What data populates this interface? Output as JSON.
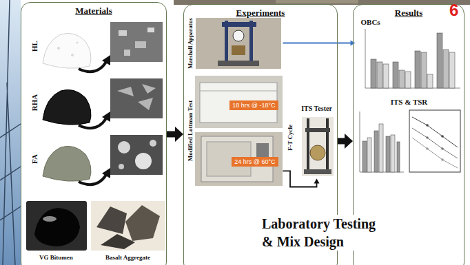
{
  "diagram": {
    "nodes": [
      {
        "text": [
          "Materials"
        ]
      },
      {
        "text": [
          "HL"
        ],
        "in": 0
      },
      {
        "text": [
          "RHA"
        ],
        "in": 0
      },
      {
        "text": [
          "FA"
        ],
        "in": 0
      },
      {
        "text": [
          "VG Bitumen"
        ],
        "in": 0
      },
      {
        "text": [
          "Basalt Aggregate"
        ],
        "in": 0
      },
      {
        "text": [
          "Experiments"
        ]
      },
      {
        "text": [
          "Marshall Apparatus"
        ],
        "in": 6
      },
      {
        "text": [
          "Modified Lottman Test"
        ],
        "in": 6
      },
      {
        "text": [
          "18 hrs @ -18°C"
        ],
        "in": 8
      },
      {
        "text": [
          "24 hrs @ 60°C"
        ],
        "in": 8
      },
      {
        "text": [
          "ITS Tester"
        ],
        "in": 6
      },
      {
        "text": [
          "Results"
        ]
      },
      {
        "text": [
          "OBCs"
        ],
        "in": 12
      },
      {
        "text": [
          "ITS & TSR"
        ],
        "in": 12
      }
    ],
    "edges": [
      {
        "from": 0,
        "to": 6,
        "arrow": "to"
      },
      {
        "from": 6,
        "to": 12,
        "arrow": "to"
      },
      {
        "from": 7,
        "to": 13,
        "arrow": "to"
      },
      {
        "from": 8,
        "to": 11,
        "arrow": "to"
      }
    ],
    "labels": [
      "F-T Cycle",
      "6",
      "Laboratory Testing & Mix Design"
    ]
  }
}
